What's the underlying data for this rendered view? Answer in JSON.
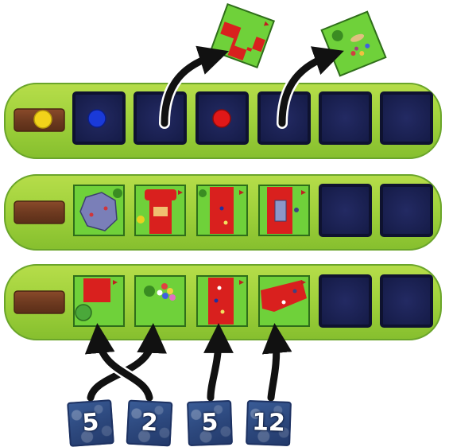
{
  "colors": {
    "board": "#9dd03a",
    "board_dark": "#6aa52a",
    "slot_empty": "#1c2152",
    "slot_border": "#0e1230",
    "meeple_yellow": "#f2d21a",
    "meeple_blue": "#1a3ad8",
    "meeple_red": "#e01818",
    "token_blue": "#2c477c"
  },
  "rows": [
    {
      "id": "row-1",
      "slots": [
        "meeple-blue",
        "empty",
        "meeple-red",
        "empty",
        "empty",
        "empty"
      ],
      "has_yellow_meeple": true
    },
    {
      "id": "row-2",
      "slots": [
        "tile-pond",
        "tile-tent",
        "tile-path-tree",
        "tile-path-stage",
        "empty",
        "empty"
      ],
      "has_yellow_meeple": false
    },
    {
      "id": "row-3",
      "slots": [
        "tile-red-tree",
        "tile-balloons",
        "tile-path-people",
        "tile-path-red",
        "empty",
        "empty"
      ],
      "has_yellow_meeple": false
    }
  ],
  "taken_tiles": [
    "tile-path-bend",
    "tile-garden"
  ],
  "tokens": [
    {
      "value": "5"
    },
    {
      "value": "2"
    },
    {
      "value": "5"
    },
    {
      "value": "12"
    }
  ]
}
